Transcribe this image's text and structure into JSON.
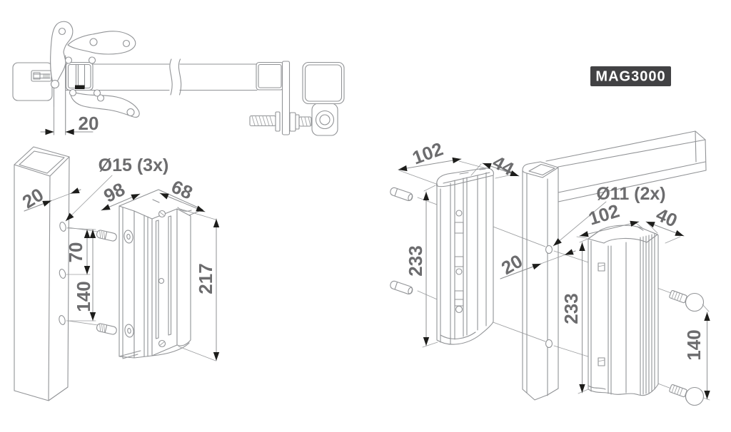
{
  "badge": {
    "label": "MAG3000",
    "bg": "#424244",
    "fg": "#ffffff"
  },
  "colors": {
    "line": "#919396",
    "dim_text": "#6c6c6e",
    "arrow": "#1d1d1b",
    "background": "#ffffff"
  },
  "plan_view": {
    "gap_dim": "20"
  },
  "post_detail_view": {
    "hole_note": "Ø15 (3x)",
    "post_hole_offset": "20",
    "body_width": "98",
    "body_depth": "68",
    "hole_spacing_upper": "70",
    "hole_spacing_total": "140",
    "body_height": "217"
  },
  "gate_detail_view": {
    "handle_width": "102",
    "handle_depth": "44",
    "handle_height": "233",
    "gate_gap": "20",
    "hole_note": "Ø11 (2x)",
    "plate_width": "102",
    "plate_depth": "40",
    "plate_height": "233",
    "screw_spacing": "140"
  }
}
